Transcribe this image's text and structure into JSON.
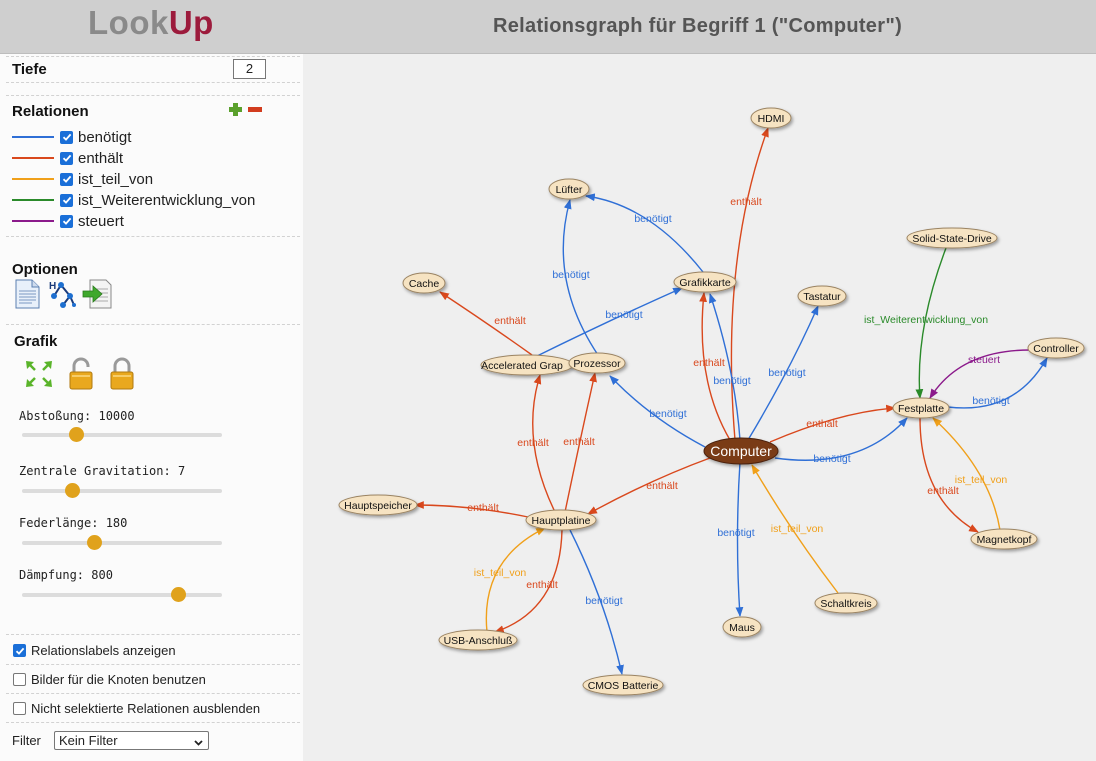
{
  "header": {
    "logo_part1": "Look",
    "logo_part2": "Up",
    "title": "Relationsgraph für Begriff 1 (\"Computer\")"
  },
  "sidebar": {
    "tiefe_label": "Tiefe",
    "tiefe_value": "2",
    "relations_title": "Relationen",
    "relations": [
      {
        "label": "benötigt",
        "color": "#2f6fd6",
        "checked": true
      },
      {
        "label": "enthält",
        "color": "#d9481d",
        "checked": true
      },
      {
        "label": "ist_teil_von",
        "color": "#f0a01a",
        "checked": true
      },
      {
        "label": "ist_Weiterentwicklung_von",
        "color": "#2a8a2a",
        "checked": true
      },
      {
        "label": "steuert",
        "color": "#8b1a8b",
        "checked": true
      }
    ],
    "options_title": "Optionen",
    "grafik_title": "Grafik",
    "sliders": [
      {
        "label": "Abstoßung: 10000",
        "value": 0.27
      },
      {
        "label": "Zentrale Gravitation: 7",
        "value": 0.25
      },
      {
        "label": "Federlänge: 180",
        "value": 0.36
      },
      {
        "label": "Dämpfung: 800",
        "value": 0.78
      }
    ],
    "checkboxes": [
      {
        "label": "Relationslabels anzeigen",
        "checked": true
      },
      {
        "label": "Bilder für die Knoten benutzen",
        "checked": false
      },
      {
        "label": "Nicht selektierte Relationen ausblenden",
        "checked": false
      }
    ],
    "filter_label": "Filter",
    "filter_value": "Kein Filter"
  },
  "graph": {
    "center_label": "Computer",
    "node_labels": {
      "hdmi": "HDMI",
      "luefter": "Lüfter",
      "grafikkarte": "Grafikkarte",
      "tastatur": "Tastatur",
      "cache": "Cache",
      "accel": "Accelerated Grap",
      "prozessor": "Prozessor",
      "ssd": "Solid-State-Drive",
      "controller": "Controller",
      "festplatte": "Festplatte",
      "hauptspeicher": "Hauptspeicher",
      "hauptplatine": "Hauptplatine",
      "magnetkopf": "Magnetkopf",
      "schaltkreis": "Schaltkreis",
      "maus": "Maus",
      "usb": "USB-Anschluß",
      "cmos": "CMOS Batterie"
    },
    "edge_labels": {
      "benoetigt": "benötigt",
      "enthaelt": "enthält",
      "ist_teil_von": "ist_teil_von",
      "weiter": "ist_Weiterentwicklung_von",
      "steuert": "steuert"
    }
  }
}
